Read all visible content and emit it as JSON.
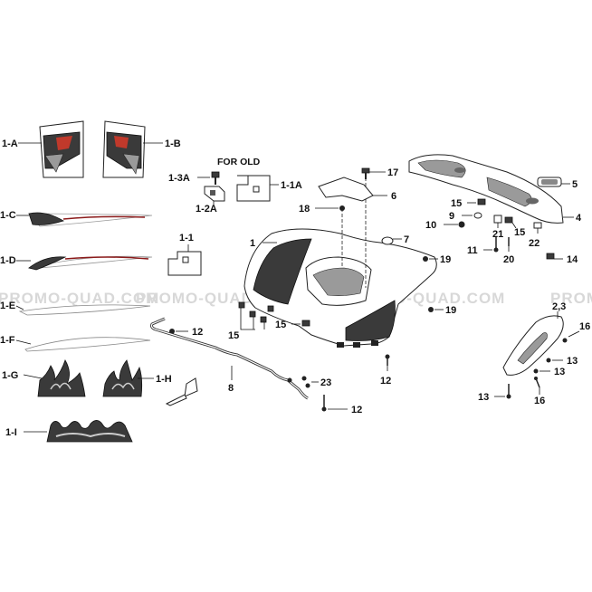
{
  "diagram": {
    "watermark": "PROMO-QUAD.COM",
    "caption_for_old": "FOR OLD",
    "callouts": {
      "c1A": "1-A",
      "c1B": "1-B",
      "c1C": "1-C",
      "c1D": "1-D",
      "c1E": "1-E",
      "c1F": "1-F",
      "c1G": "1-G",
      "c1H": "1-H",
      "c1I": "1-I",
      "c13A": "1-3A",
      "c12A": "1-2A",
      "c11A": "1-1A",
      "c11": "1-1",
      "c1": "1",
      "c17": "17",
      "c6": "6",
      "c18": "18",
      "c7": "7",
      "c19a": "19",
      "c19b": "19",
      "c15a": "15",
      "c15b": "15",
      "c15c": "15",
      "c15d": "15",
      "c5": "5",
      "c9": "9",
      "c10": "10",
      "c4": "4",
      "c21": "21",
      "c22": "22",
      "c11b": "11",
      "c20": "20",
      "c14": "14",
      "c12a": "12",
      "c12b": "12",
      "c12c": "12",
      "c8": "8",
      "c23": "23",
      "c23b": "2,3",
      "c16a": "16",
      "c16b": "16",
      "c13a": "13",
      "c13b": "13",
      "c13c": "13"
    }
  }
}
